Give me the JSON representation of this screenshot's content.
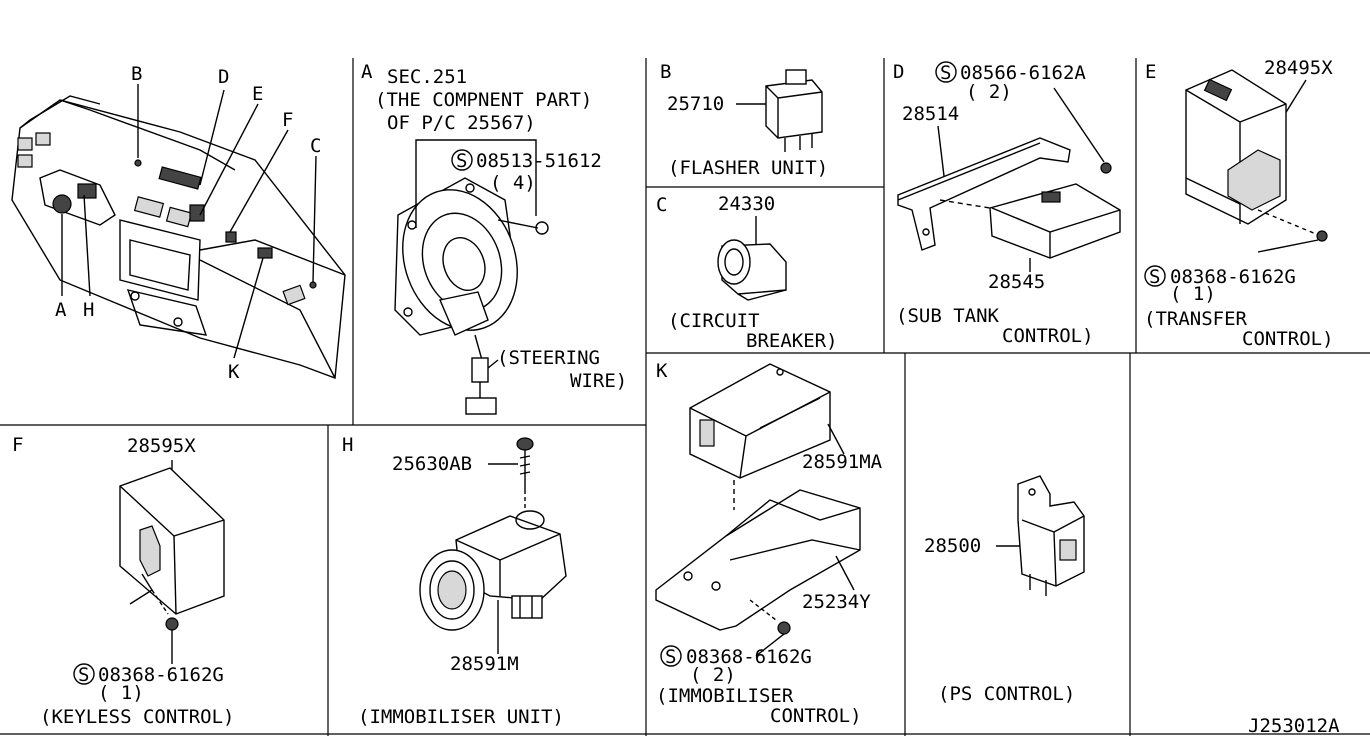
{
  "overview": {
    "callouts": [
      "B",
      "D",
      "E",
      "F",
      "C",
      "A",
      "H",
      "K"
    ]
  },
  "panel_A": {
    "letter": "A",
    "ref": "SEC.251",
    "note_line1": "(THE COMPNENT PART)",
    "note_line2": "OF P/C 25567)",
    "screw_symbol": "S",
    "screw_part": "08513-51612",
    "screw_qty": "( 4)",
    "caption_line1": "(STEERING",
    "caption_line2": "WIRE)"
  },
  "panel_B": {
    "letter": "B",
    "part": "25710",
    "caption": "(FLASHER UNIT)"
  },
  "panel_C": {
    "letter": "C",
    "part": "24330",
    "caption_line1": "(CIRCUIT",
    "caption_line2": "BREAKER)"
  },
  "panel_D": {
    "letter": "D",
    "screw_symbol": "S",
    "screw_part": "08566-6162A",
    "screw_qty": "( 2)",
    "bracket_part": "28514",
    "unit_part": "28545",
    "caption_line1": "(SUB TANK",
    "caption_line2": "CONTROL)"
  },
  "panel_E": {
    "letter": "E",
    "part": "28495X",
    "screw_symbol": "S",
    "screw_part": "08368-6162G",
    "screw_qty": "( 1)",
    "caption_line1": "(TRANSFER",
    "caption_line2": "CONTROL)"
  },
  "panel_F": {
    "letter": "F",
    "part": "28595X",
    "screw_symbol": "S",
    "screw_part": "08368-6162G",
    "screw_qty": "( 1)",
    "caption": "(KEYLESS CONTROL)"
  },
  "panel_H": {
    "letter": "H",
    "screw_part": "25630AB",
    "unit_part": "28591M",
    "caption": "(IMMOBILISER UNIT)"
  },
  "panel_K": {
    "letter": "K",
    "unit_part": "28591MA",
    "bracket_part": "25234Y",
    "screw_symbol": "S",
    "screw_part": "08368-6162G",
    "screw_qty": "( 2)",
    "caption_line1": "(IMMOBILISER",
    "caption_line2": "CONTROL)"
  },
  "panel_PS": {
    "part": "28500",
    "caption": "(PS CONTROL)"
  },
  "diagram_id": "J253012A"
}
